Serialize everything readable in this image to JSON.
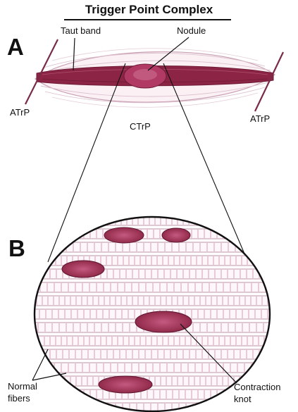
{
  "title": "Trigger Point Complex",
  "panels": {
    "a": {
      "letter": "A"
    },
    "b": {
      "letter": "B"
    }
  },
  "labels": {
    "taut_band": "Taut band",
    "nodule": "Nodule",
    "atrp_left": "ATrP",
    "atrp_right": "ATrP",
    "ctrp": "CTrP",
    "normal_fibers": "Normal\nfibers",
    "contraction_knot": "Contraction\nknot"
  },
  "colors": {
    "taut_band": "#8c2545",
    "nodule": "#b03a63",
    "knot": "#9a2e55",
    "fiber_pink": "#e6bfd0",
    "outline": "#111111"
  }
}
